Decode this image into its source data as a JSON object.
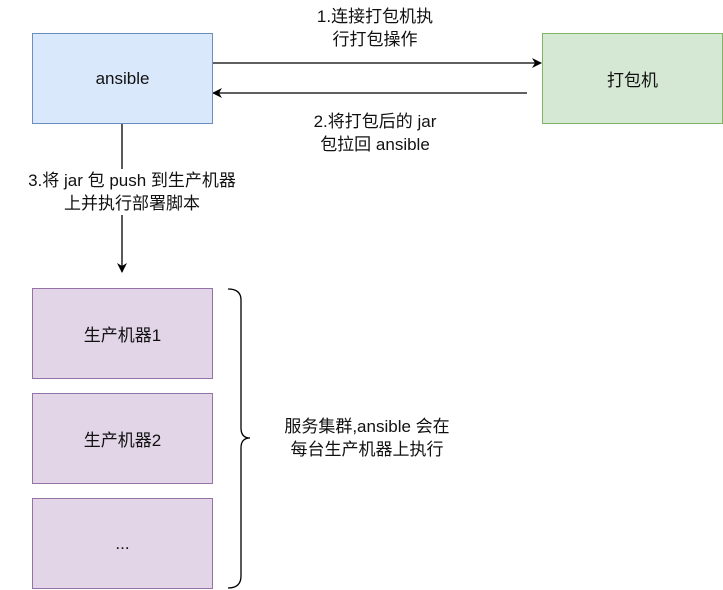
{
  "nodes": {
    "ansible": "ansible",
    "packer": "打包机",
    "prod1": "生产机器1",
    "prod2": "生产机器2",
    "prod_more": "..."
  },
  "edges": {
    "step1_line1": "1.连接打包机执",
    "step1_line2": "行打包操作",
    "step2_line1": "2.将打包后的 jar",
    "step2_line2": "包拉回 ansible",
    "step3_line1": "3.将 jar 包 push 到生产机器",
    "step3_line2": "上并执行部署脚本"
  },
  "cluster": {
    "line1": "服务集群,ansible 会在",
    "line2": "每台生产机器上执行"
  },
  "colors": {
    "ansible_fill": "#dae8fc",
    "packer_fill": "#d5e8d4",
    "prod_fill": "#e1d5e7"
  }
}
